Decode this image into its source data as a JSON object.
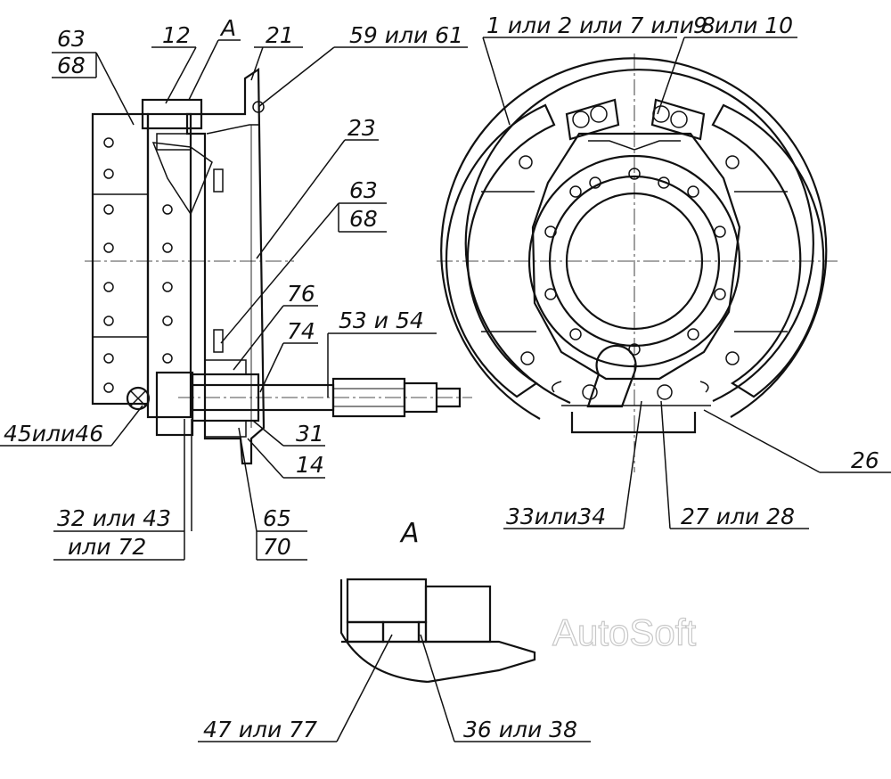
{
  "callouts": {
    "c63a": "63",
    "c68a": "68",
    "c12": "12",
    "cA": "A",
    "c21": "21",
    "c59": "59 или 61",
    "c23": "23",
    "c63b": "63",
    "c68b": "68",
    "c76": "76",
    "c74": "74",
    "c53": "53 и 54",
    "c45": "45или46",
    "c31": "31",
    "c14": "14",
    "c32": "32 или 43",
    "c72": "или 72",
    "c65": "65",
    "c70": "70",
    "c1278": "1 или 2 или 7 или 8",
    "c910": "9 или 10",
    "c26": "26",
    "c3334": "33или34",
    "c2728": "27 или 28",
    "c47": "47 или 77",
    "c36": "36 или 38"
  },
  "section_title": "A",
  "watermark": "AutoSoft"
}
